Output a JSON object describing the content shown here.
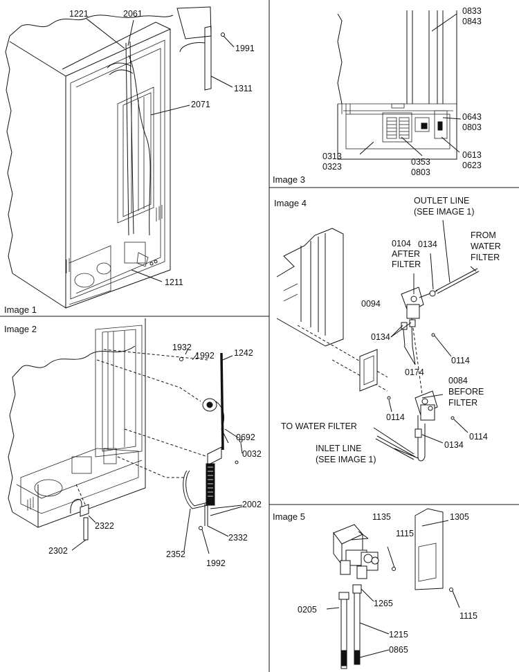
{
  "panels": [
    {
      "title": "Image 1",
      "callouts": [
        "1221",
        "2061",
        "1991",
        "1311",
        "2071",
        "1211"
      ]
    },
    {
      "title": "Image 2",
      "callouts": [
        "1932",
        "1992",
        "1242",
        "0692",
        "0032",
        "2002",
        "2322",
        "2302",
        "2352",
        "2332",
        "1992"
      ]
    },
    {
      "title": "Image 3",
      "callouts": [
        "0833",
        "0843",
        "0643",
        "0803",
        "0313",
        "0323",
        "0353",
        "0803",
        "0613",
        "0623"
      ]
    },
    {
      "title": "Image 4",
      "callouts": [
        "0104",
        "AFTER",
        "FILTER",
        "0134",
        "0094",
        "0134",
        "0174",
        "0114",
        "0084",
        "BEFORE",
        "FILTER",
        "0114",
        "0114",
        "0134"
      ],
      "notes": [
        "OUTLET LINE",
        "(SEE IMAGE 1)",
        "FROM",
        "WATER",
        "FILTER",
        "TO WATER FILTER",
        "INLET LINE",
        "(SEE IMAGE 1)"
      ]
    },
    {
      "title": "Image 5",
      "callouts": [
        "1135",
        "1305",
        "1115",
        "1115",
        "0205",
        "1265",
        "1215",
        "0865"
      ]
    }
  ]
}
